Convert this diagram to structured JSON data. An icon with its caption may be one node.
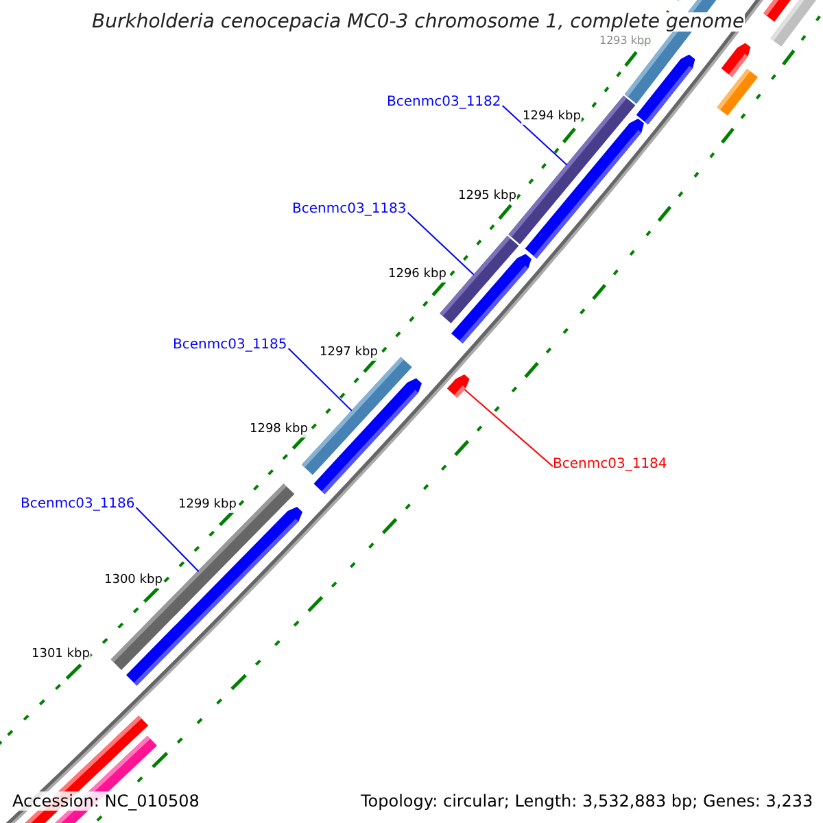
{
  "diagram": {
    "title": "Burkholderia cenocepacia MC0-3 chromosome 1, complete genome",
    "nodes": [
      {
        "text": [
          "Bcenmc03_1182"
        ]
      },
      {
        "text": [
          "Bcenmc03_1183"
        ]
      },
      {
        "text": [
          "Bcenmc03_1185"
        ]
      },
      {
        "text": [
          "Bcenmc03_1186"
        ]
      },
      {
        "text": [
          "Bcenmc03_1184"
        ]
      },
      {
        "text": [],
        "shape": "bar"
      },
      {
        "text": [],
        "shape": "bar"
      },
      {
        "text": [],
        "shape": "bar"
      },
      {
        "text": [],
        "shape": "bar"
      },
      {
        "text": [],
        "shape": "pentagon"
      }
    ],
    "edges": [
      {
        "from": 0,
        "to": 5,
        "arrow": "none"
      },
      {
        "from": 1,
        "to": 6,
        "arrow": "none"
      },
      {
        "from": 2,
        "to": 7,
        "arrow": "none"
      },
      {
        "from": 3,
        "to": 8,
        "arrow": "none"
      },
      {
        "from": 4,
        "to": 9,
        "arrow": "none",
        "color": "#ff0000"
      }
    ],
    "labels": [
      "1293 kbp",
      "1294 kbp",
      "1295 kbp",
      "1296 kbp",
      "1297 kbp",
      "1298 kbp",
      "1299 kbp",
      "1300 kbp",
      "1301 kbp",
      "Accession: NC_010508",
      "Topology: circular; Length: 3,532,883 bp; Genes: 3,233"
    ]
  }
}
